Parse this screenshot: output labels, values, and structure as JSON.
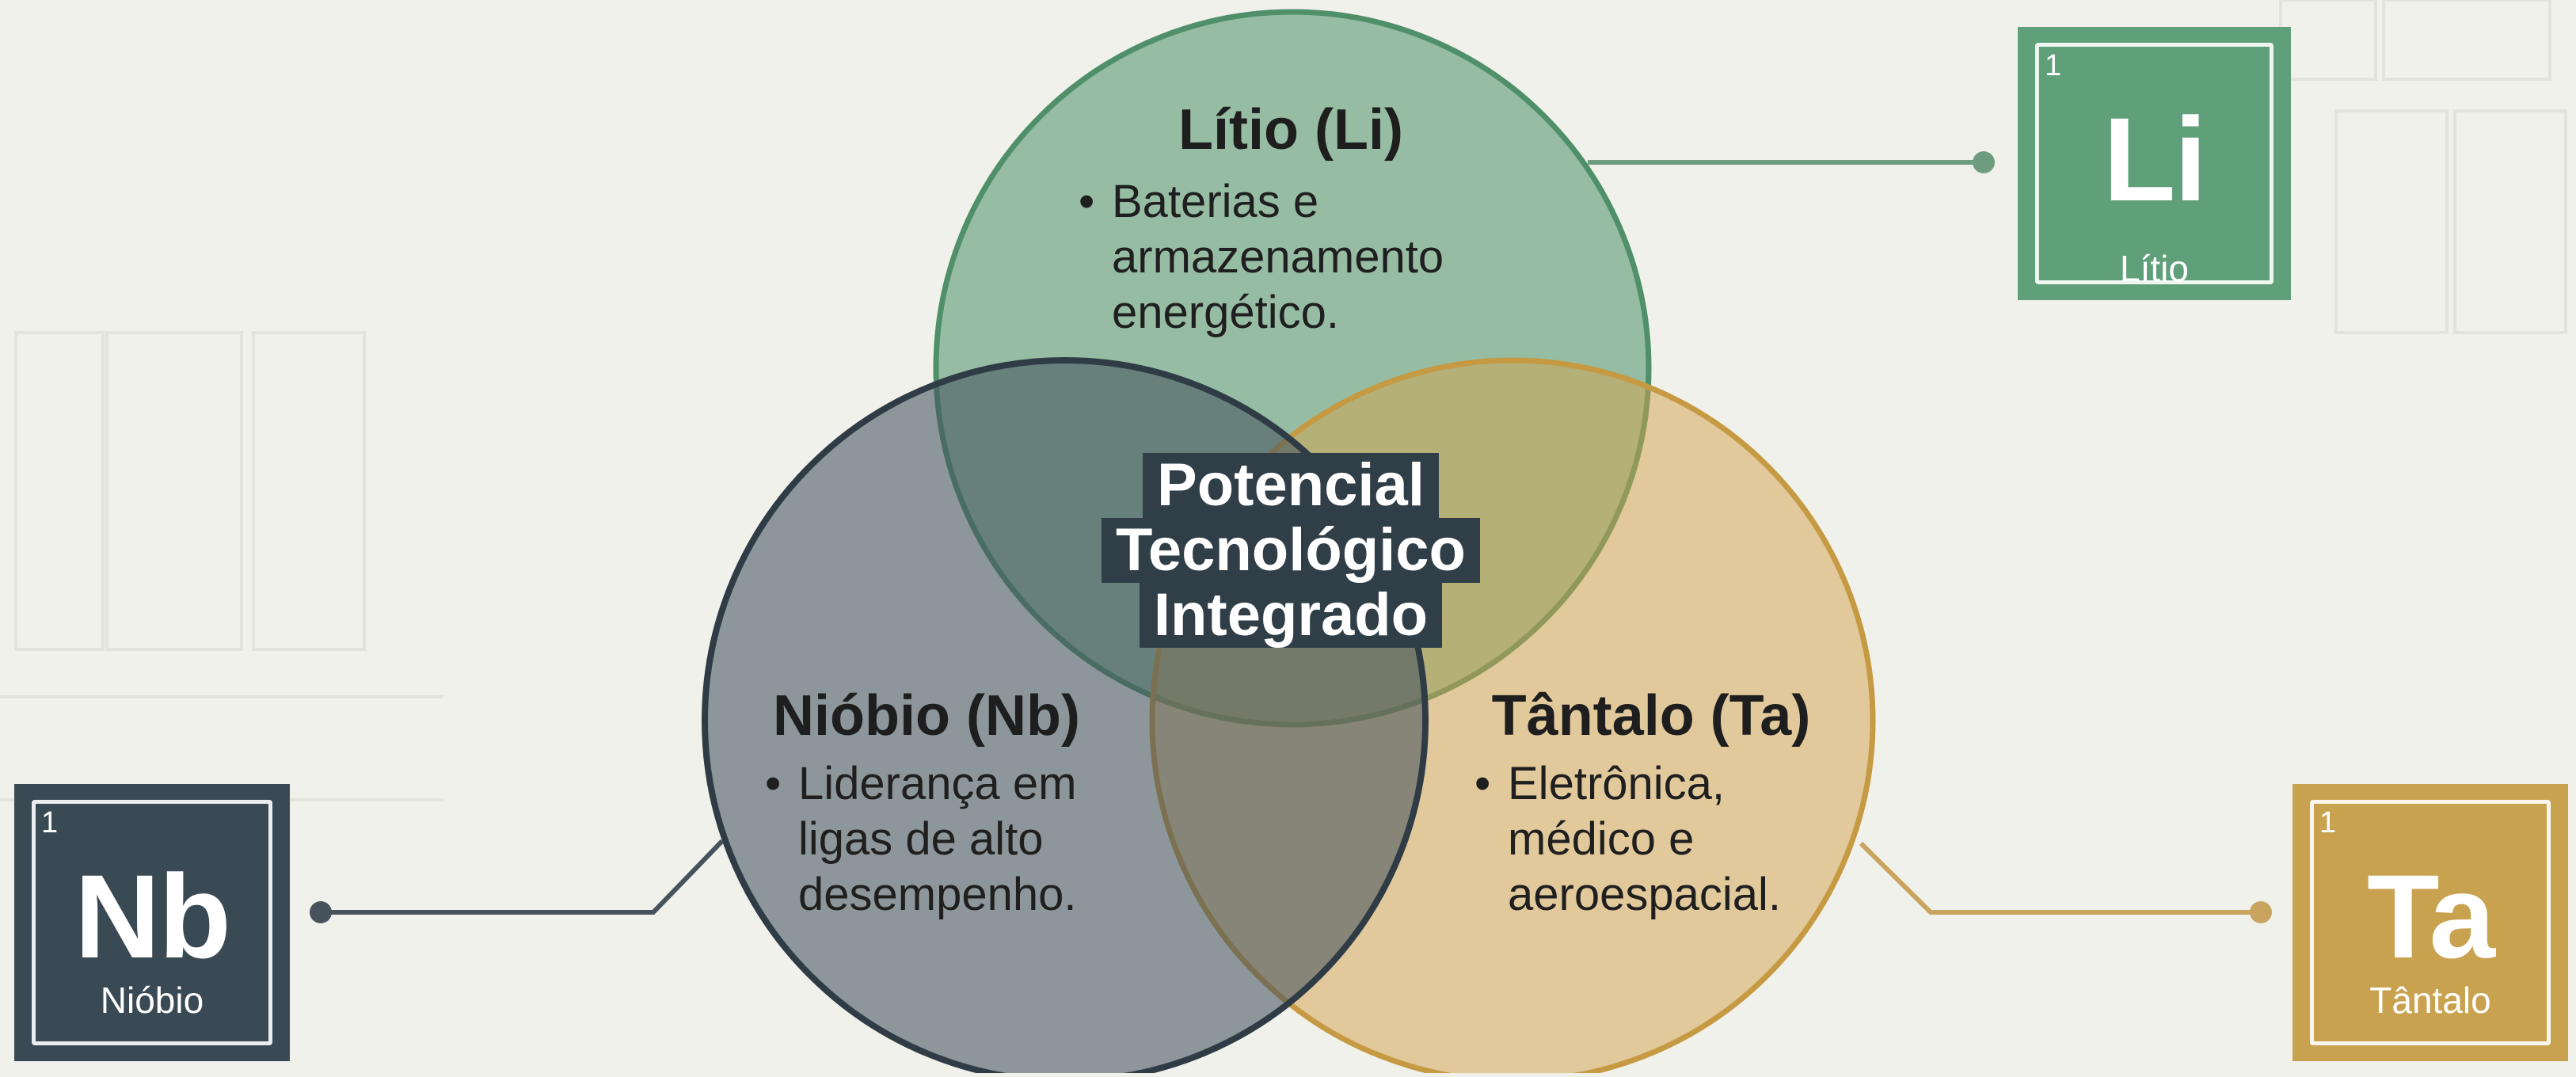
{
  "center_label": [
    "Potencial",
    "Tecnológico",
    "Integrado"
  ],
  "circles": {
    "litio": {
      "title": "Lítio (Li)",
      "bullet": "Baterias e armazenamento energético.",
      "lines": [
        "Baterias e",
        "armazenamento",
        "energético."
      ],
      "color": "#5e9c78"
    },
    "niobio": {
      "title": "Nióbio (Nb)",
      "bullet": "Liderança em ligas de alto desempenho.",
      "lines": [
        "Liderança em",
        "ligas de alto",
        "desempenho."
      ],
      "color": "#5f6b74"
    },
    "tantalo": {
      "title": "Tântalo (Ta)",
      "bullet": "Eletrônica, médico e aeroespacial.",
      "lines": [
        "Eletrônica,",
        "médico e",
        "aeroespacial."
      ],
      "color": "#d2a451"
    }
  },
  "elements": {
    "li": {
      "number": "1",
      "symbol": "Li",
      "name": "Lítio",
      "color": "#5f9f7a"
    },
    "nb": {
      "number": "1",
      "symbol": "Nb",
      "name": "Nióbio",
      "color": "#3a4a55"
    },
    "ta": {
      "number": "1",
      "symbol": "Ta",
      "name": "Tântalo",
      "color": "#c9a24f"
    }
  },
  "bullet_glyph": "•"
}
